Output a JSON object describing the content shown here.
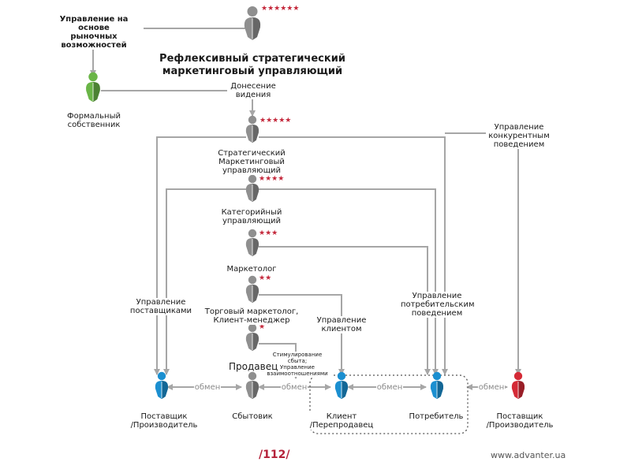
{
  "colors": {
    "connector": "#a6a6a6",
    "person_gray": "#8f8f8f",
    "person_blue": "#1b8fd0",
    "person_green": "#6ab547",
    "person_red": "#d42a36",
    "star": "#c4283b",
    "page_number": "#b5223a"
  },
  "ranks": {
    "top": "★★★★★★",
    "strategic": "★★★★★",
    "category": "★★★★",
    "marketer": "★★★",
    "trade": "★★",
    "seller": "★"
  },
  "labels": {
    "market_opportunity": "Управление на основе\nрыночных\nвозможностей",
    "title": "Рефлексивный стратегический\nмаркетинговый  управляющий",
    "formal_owner": "Формальный\nсобственник",
    "vision": "Донесение\nвидения",
    "strategic_manager": "Стратегический\nМаркетинговый\nуправляющий",
    "competitive": "Управление\nконкурентным\nповедением",
    "category_manager": "Категорийный\nуправляющий",
    "marketer": "Маркетолог",
    "supplier_mgmt": "Управление\nпоставщиками",
    "trade_marketer": "Торговый маркетолог,\nКлиент-менеджер",
    "client_mgmt": "Управление\nклиентом",
    "consumer_mgmt": "Управление\nпотребительским\nповедением",
    "sales_promo": "Стимулирование  сбыта;\nУправление\nвзаимоотношениями",
    "seller": "Продавец",
    "exchange_1": "обмен",
    "exchange_2": "обмен",
    "exchange_3": "обмен",
    "exchange_4": "обмен",
    "supplier_left": "Поставщик\n/Производитель",
    "distributor": "Сбытовик",
    "client": "Клиент\n/Перепродавец",
    "consumer": "Потребитель",
    "supplier_right": "Поставщик\n/Производитель"
  },
  "footer": {
    "page": "/112/",
    "url": "www.advanter.ua"
  }
}
